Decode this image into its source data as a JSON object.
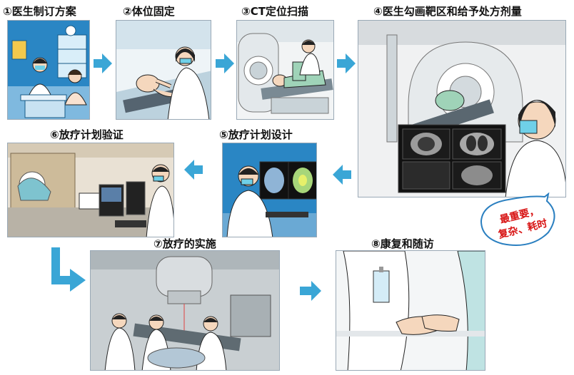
{
  "steps": [
    {
      "num": "①",
      "label": "医生制订方案"
    },
    {
      "num": "②",
      "label": "体位固定"
    },
    {
      "num": "③",
      "label": "CT定位扫描"
    },
    {
      "num": "④",
      "label": "医生勾画靶区和给予处方剂量"
    },
    {
      "num": "⑤",
      "label": "放疗计划设计"
    },
    {
      "num": "⑥",
      "label": "放疗计划验证"
    },
    {
      "num": "⑦",
      "label": "放疗的实施"
    },
    {
      "num": "⑧",
      "label": "康复和随访"
    }
  ],
  "callout": {
    "line1": "最重要，",
    "line2": "复杂、耗时"
  },
  "colors": {
    "arrow": "#3aa6d6",
    "callout_text": "#d81515",
    "panel_blue": "#2a86c4",
    "panel_border": "#9aa9b6"
  }
}
